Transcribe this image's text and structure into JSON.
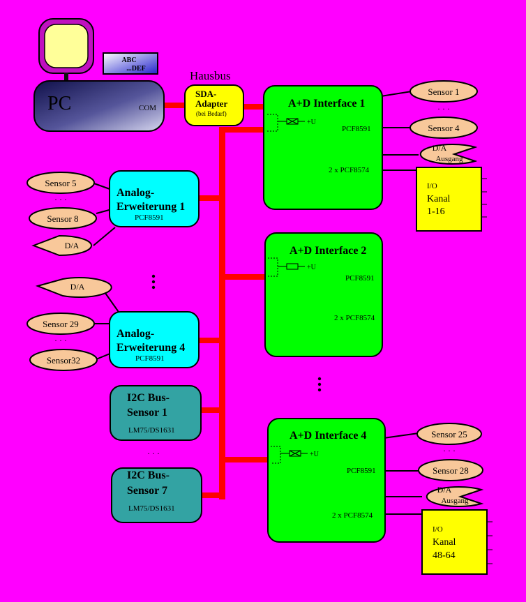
{
  "colors": {
    "background": "#ff00ff",
    "bus": "#ff0000",
    "interface": "#00ff00",
    "analog": "#00ffff",
    "i2c": "#33a3a3",
    "sensor": "#f8c89a",
    "io": "#ffff00",
    "adapter": "#ffff00",
    "pc_dark": "#1a1a66",
    "monitor": "#ffff99"
  },
  "pc": {
    "label": "PC",
    "port": "COM",
    "keyboard_line1": "ABC",
    "keyboard_line2": "...DEF"
  },
  "hausbus_label": "Hausbus",
  "adapter": {
    "line1": "SDA-",
    "line2": "Adapter",
    "line3": "(bei Bedarf)"
  },
  "interfaces": [
    {
      "title": "A+D Interface 1",
      "supply": "+U",
      "chip1": "PCF8591",
      "chip2": "2 x PCF8574"
    },
    {
      "title": "A+D Interface 2",
      "supply": "+U",
      "chip1": "PCF8591",
      "chip2": "2 x PCF8574"
    },
    {
      "title": "A+D Interface 4",
      "supply": "+U",
      "chip1": "PCF8591",
      "chip2": "2 x PCF8574"
    }
  ],
  "analog": [
    {
      "line1": "Analog-",
      "line2": "Erweiterung 1",
      "chip": "PCF8591"
    },
    {
      "line1": "Analog-",
      "line2": "Erweiterung 4",
      "chip": "PCF8591"
    }
  ],
  "i2c": [
    {
      "line1": "I2C Bus-",
      "line2": "Sensor 1",
      "chip": "LM75/DS1631"
    },
    {
      "line1": "I2C Bus-",
      "line2": "Sensor 7",
      "chip": "LM75/DS1631"
    }
  ],
  "sensors": {
    "s1": "Sensor 1",
    "s4": "Sensor 4",
    "s5": "Sensor 5",
    "s8": "Sensor 8",
    "s25": "Sensor 25",
    "s28": "Sensor 28",
    "s29": "Sensor 29",
    "s32": "Sensor32"
  },
  "da": {
    "label": "D/A",
    "output": "Ausgang"
  },
  "io1": {
    "line1": "I/O",
    "line2": "Kanal",
    "line3": "1-16"
  },
  "io2": {
    "line1": "I/O",
    "line2": "Kanal",
    "line3": "48-64"
  },
  "ellipsis": "· · ·"
}
